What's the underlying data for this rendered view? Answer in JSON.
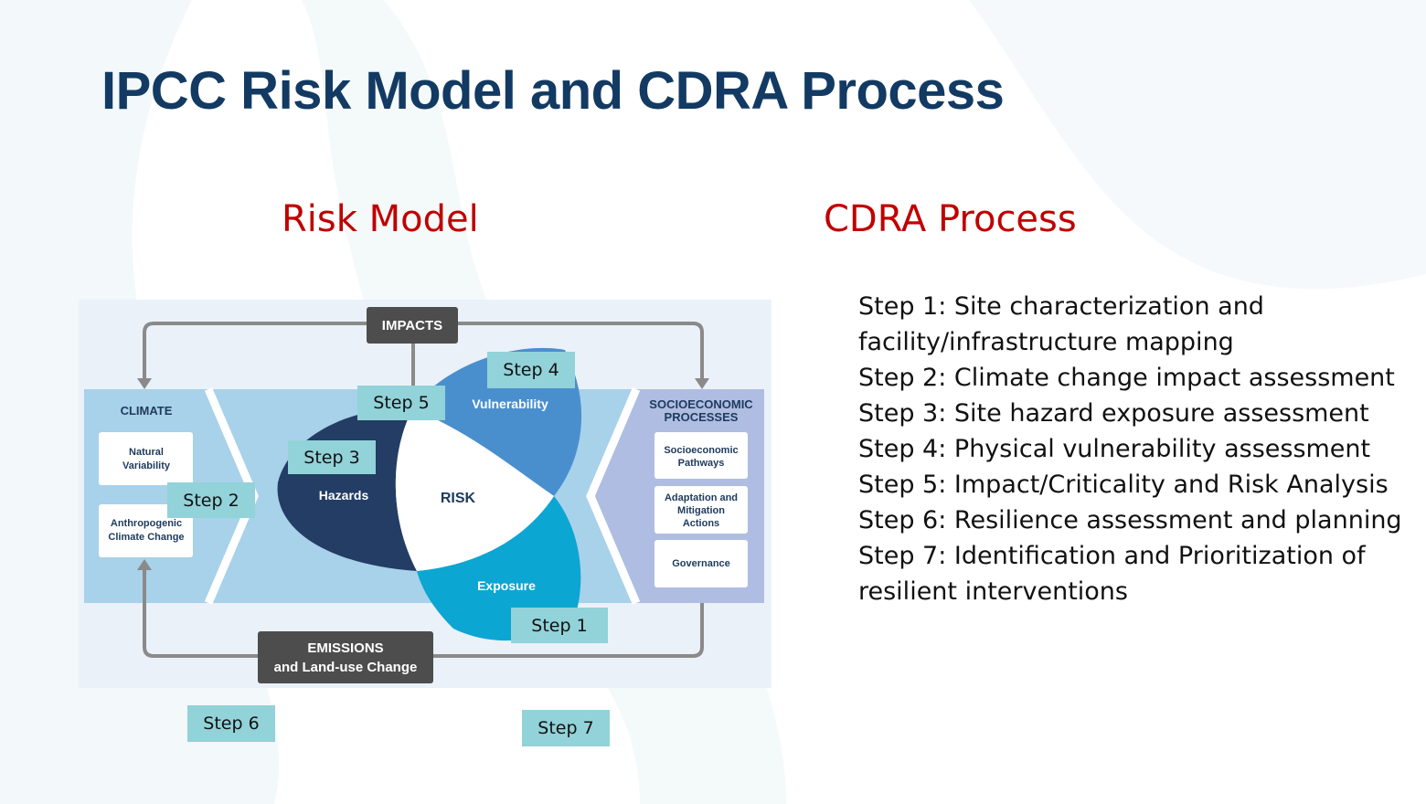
{
  "title": "IPCC Risk Model and CDRA Process",
  "risk_model_heading": "Risk Model",
  "cdra_heading": "CDRA Process",
  "diagram": {
    "impacts": "IMPACTS",
    "emissions_line1": "EMISSIONS",
    "emissions_line2": "and Land-use Change",
    "climate": "CLIMATE",
    "natural_line1": "Natural",
    "natural_line2": "Variability",
    "anthro_line1": "Anthropogenic",
    "anthro_line2": "Climate Change",
    "socio_line1": "SOCIOECONOMIC",
    "socio_line2": "PROCESSES",
    "socio_path_line1": "Socioeconomic",
    "socio_path_line2": "Pathways",
    "adapt_line1": "Adaptation and",
    "adapt_line2": "Mitigation",
    "adapt_line3": "Actions",
    "governance": "Governance",
    "hazards": "Hazards",
    "vulnerability": "Vulnerability",
    "exposure": "Exposure",
    "risk": "RISK"
  },
  "steps": [
    "Step 1: Site characterization and",
    "facility/infrastructure mapping",
    "Step 2: Climate change impact assessment",
    "Step 3: Site hazard exposure assessment",
    "Step 4: Physical vulnerability assessment",
    "Step 5: Impact/Criticality and Risk Analysis",
    "Step 6: Resilience assessment and planning",
    "Step 7: Identification and Prioritization of",
    "resilient interventions"
  ],
  "step_labels": {
    "s1": "Step 1",
    "s2": "Step 2",
    "s3": "Step 3",
    "s4": "Step 4",
    "s5": "Step 5",
    "s6": "Step 6",
    "s7": "Step 7"
  },
  "colors": {
    "title": "#123a63",
    "heading": "#c00000",
    "step_box": "#92d2d9",
    "hazards": "#233d64",
    "vulnerability": "#4a8fcd",
    "exposure": "#0ca6d3",
    "dark_box": "#4d4d4d"
  }
}
